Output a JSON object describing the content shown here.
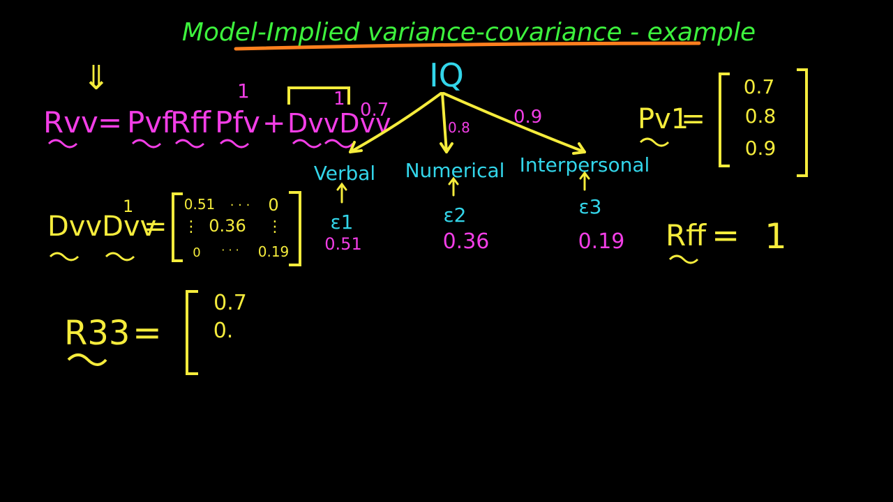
{
  "title": "Model-Implied variance-covariance - example",
  "colors": {
    "background": "#000000",
    "title": "#3df23d",
    "underline": "#ff7f1e",
    "magenta": "#f23ee6",
    "cyan": "#33d6ea",
    "yellow": "#f5ec3c"
  },
  "arrow_marker": "⇓",
  "main_equation": {
    "lhs": "Rvv",
    "equals": "=",
    "term1": "Pvf",
    "term2": "Rff",
    "term3": "Pfv",
    "term3_prime": "1",
    "plus": "+",
    "term4": "DvvDvv",
    "term4_prime": "1"
  },
  "diagram": {
    "factor": "IQ",
    "loadings": [
      "0.7",
      "0.8",
      "0.9"
    ],
    "indicators": [
      "Verbal",
      "Numerical",
      "Interpersonal"
    ],
    "errors": [
      "ε1",
      "ε2",
      "ε3"
    ],
    "error_variances": [
      "0.51",
      "0.36",
      "0.19"
    ]
  },
  "loading_matrix": {
    "label": "Pv1",
    "equals": "=",
    "values": [
      "0.7",
      "0.8",
      "0.9"
    ]
  },
  "error_matrix": {
    "label": "DvvDvv",
    "prime": "1",
    "equals": "=",
    "rows": [
      [
        "0.51",
        "· · ·",
        "0"
      ],
      [
        "⋮",
        "0.36",
        "⋮"
      ],
      [
        "0",
        "· · ·",
        "0.19"
      ]
    ]
  },
  "rff": {
    "label": "Rff",
    "equals": "=",
    "value": "1"
  },
  "r33": {
    "label": "R33",
    "equals": "=",
    "values": [
      "0.7",
      "0."
    ]
  }
}
